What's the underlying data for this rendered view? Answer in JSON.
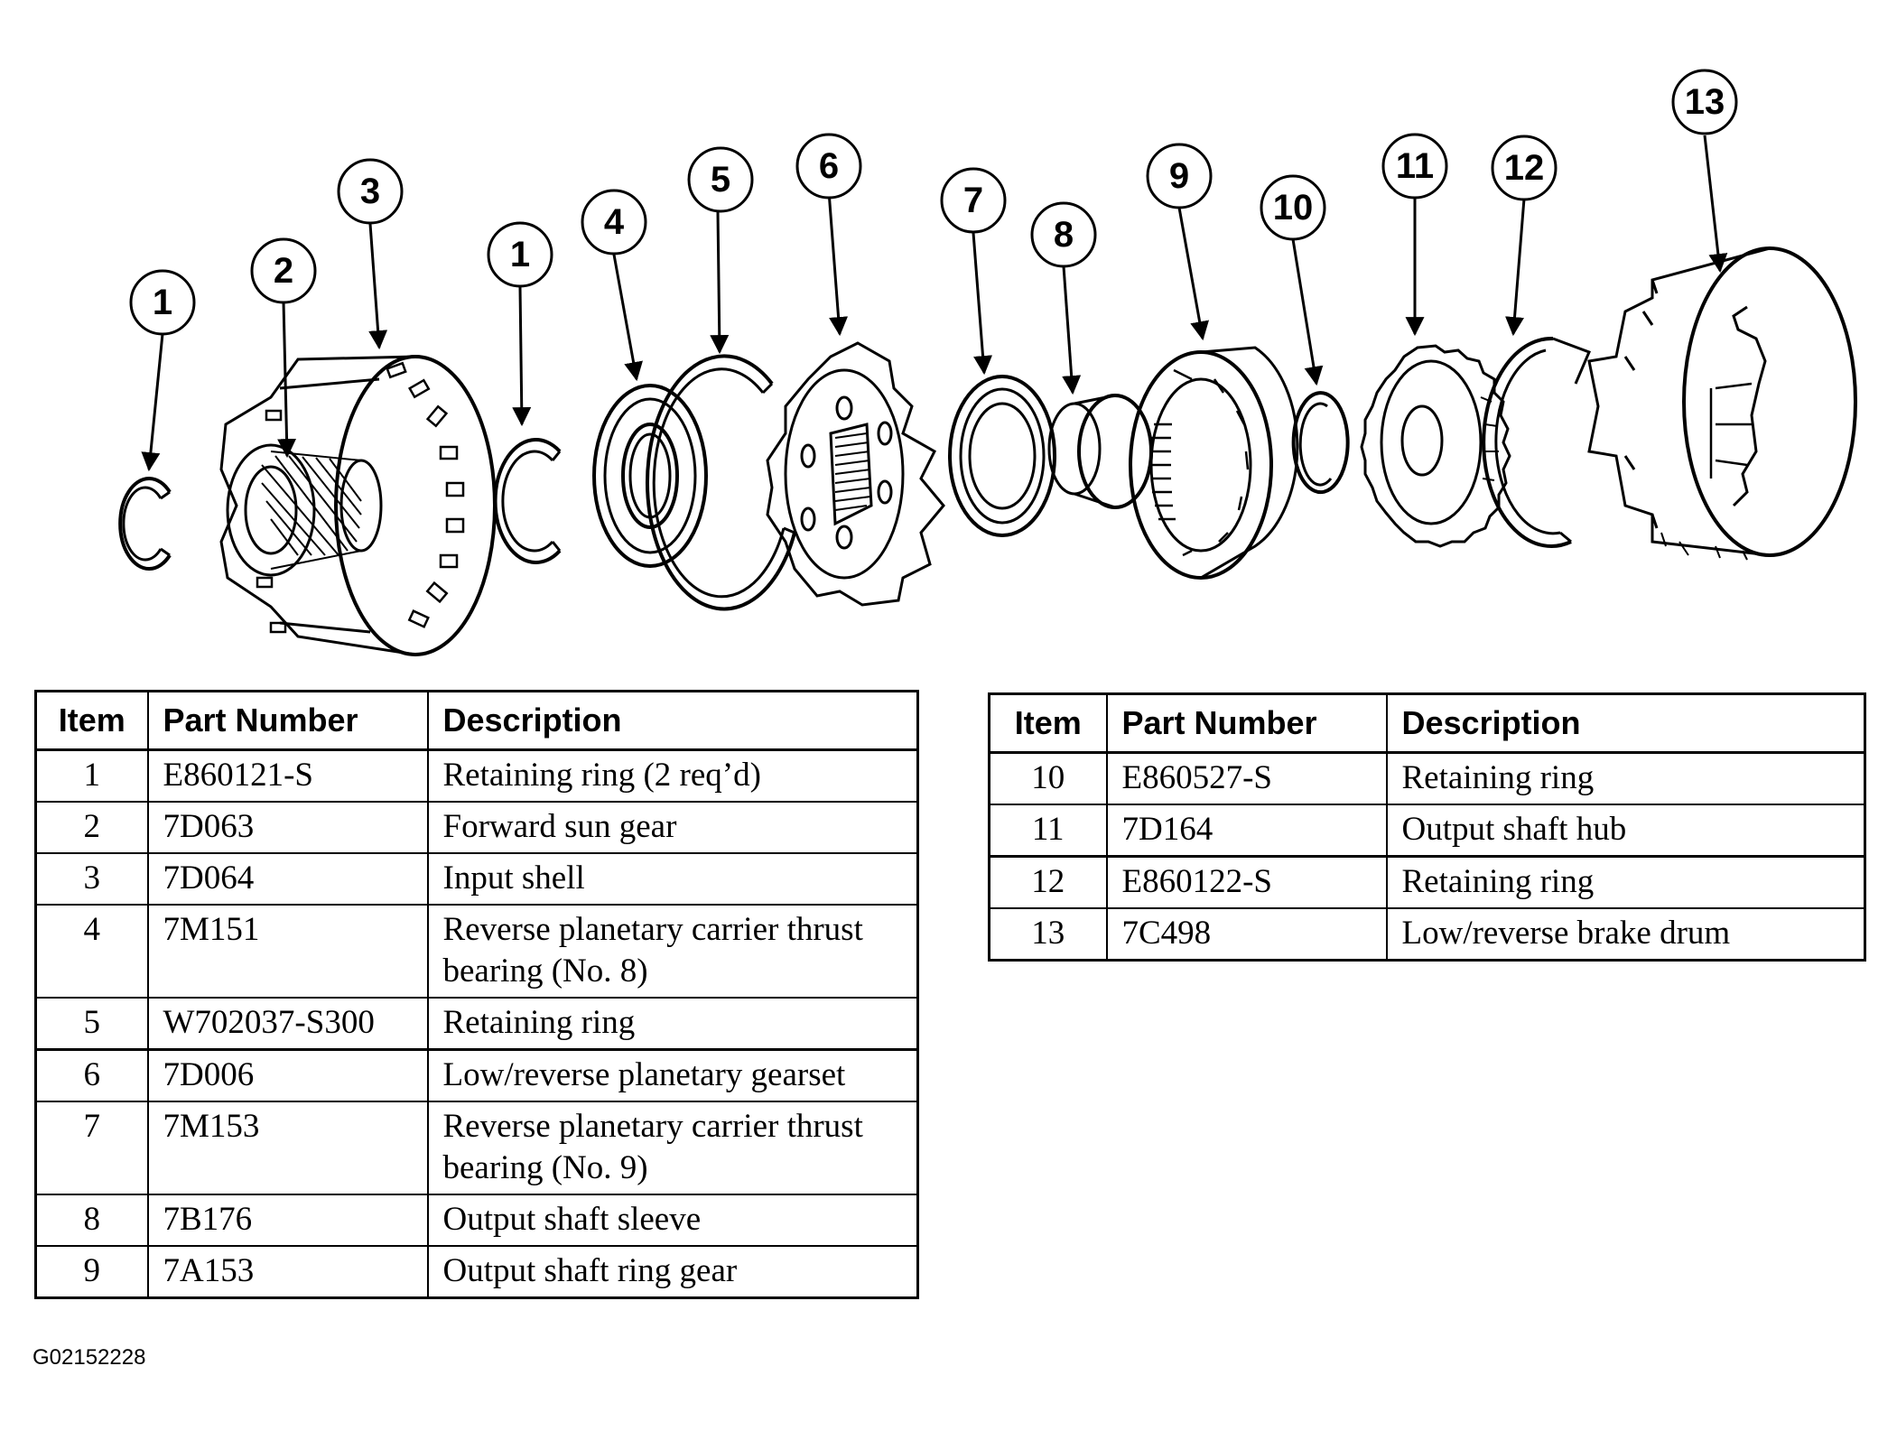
{
  "figure": {
    "code": "G02152228"
  },
  "callouts": [
    "1",
    "2",
    "3",
    "1",
    "4",
    "5",
    "6",
    "7",
    "8",
    "9",
    "10",
    "11",
    "12",
    "13"
  ],
  "tables": {
    "headers": {
      "item": "Item",
      "part_number": "Part Number",
      "description": "Description"
    },
    "left_rows": [
      {
        "item": "1",
        "part_number": "E860121-S",
        "description": "Retaining ring (2 req’d)"
      },
      {
        "item": "2",
        "part_number": "7D063",
        "description": "Forward sun gear"
      },
      {
        "item": "3",
        "part_number": "7D064",
        "description": "Input shell"
      },
      {
        "item": "4",
        "part_number": "7M151",
        "description": "Reverse planetary carrier thrust bearing (No. 8)"
      },
      {
        "item": "5",
        "part_number": "W702037-S300",
        "description": "Retaining ring"
      },
      {
        "item": "6",
        "part_number": "7D006",
        "description": "Low/reverse planetary gearset"
      },
      {
        "item": "7",
        "part_number": "7M153",
        "description": "Reverse planetary carrier thrust bearing (No. 9)"
      },
      {
        "item": "8",
        "part_number": "7B176",
        "description": "Output shaft sleeve"
      },
      {
        "item": "9",
        "part_number": "7A153",
        "description": "Output shaft ring gear"
      }
    ],
    "right_rows": [
      {
        "item": "10",
        "part_number": "E860527-S",
        "description": "Retaining ring"
      },
      {
        "item": "11",
        "part_number": "7D164",
        "description": "Output shaft hub"
      },
      {
        "item": "12",
        "part_number": "E860122-S",
        "description": "Retaining ring"
      },
      {
        "item": "13",
        "part_number": "7C498",
        "description": "Low/reverse brake drum"
      }
    ]
  }
}
